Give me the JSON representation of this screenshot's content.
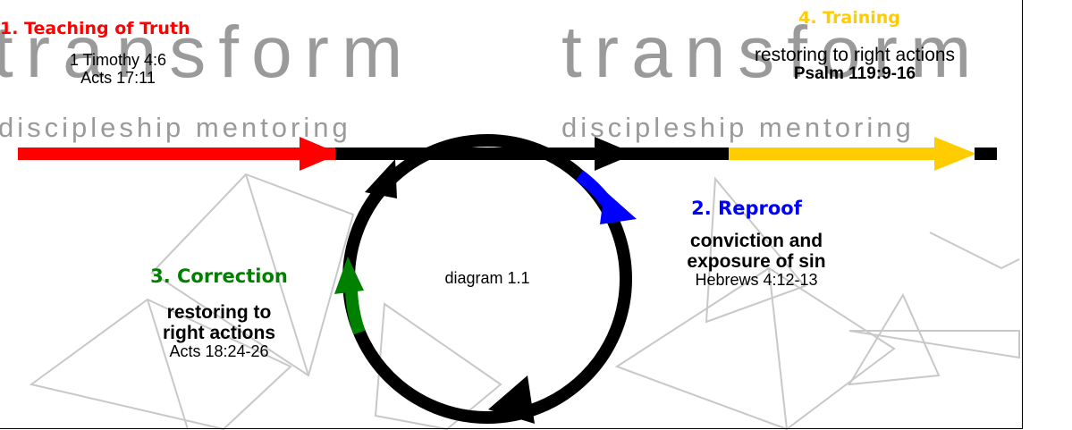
{
  "watermark": {
    "word": "transform",
    "tagline": "discipleship mentoring",
    "color": "#9a9a9a"
  },
  "colors": {
    "line": "#000000",
    "teaching": "#ff0000",
    "reproof": "#0000ff",
    "correction": "#008000",
    "training": "#ffcc00"
  },
  "teaching": {
    "heading": "1. Teaching of Truth",
    "refs": [
      "1 Timothy 4:6",
      "Acts 17:11"
    ]
  },
  "training": {
    "heading": "4. Training",
    "description": "restoring to right actions",
    "ref": "Psalm 119:9-16"
  },
  "reproof": {
    "heading": "2. Reproof",
    "description_lines": [
      "conviction and",
      "exposure of sin"
    ],
    "ref": "Hebrews 4:12-13"
  },
  "correction": {
    "heading": "3. Correction",
    "description_lines": [
      "restoring to",
      "right actions"
    ],
    "ref": "Acts 18:24-26"
  },
  "diagram_caption": "diagram 1.1"
}
